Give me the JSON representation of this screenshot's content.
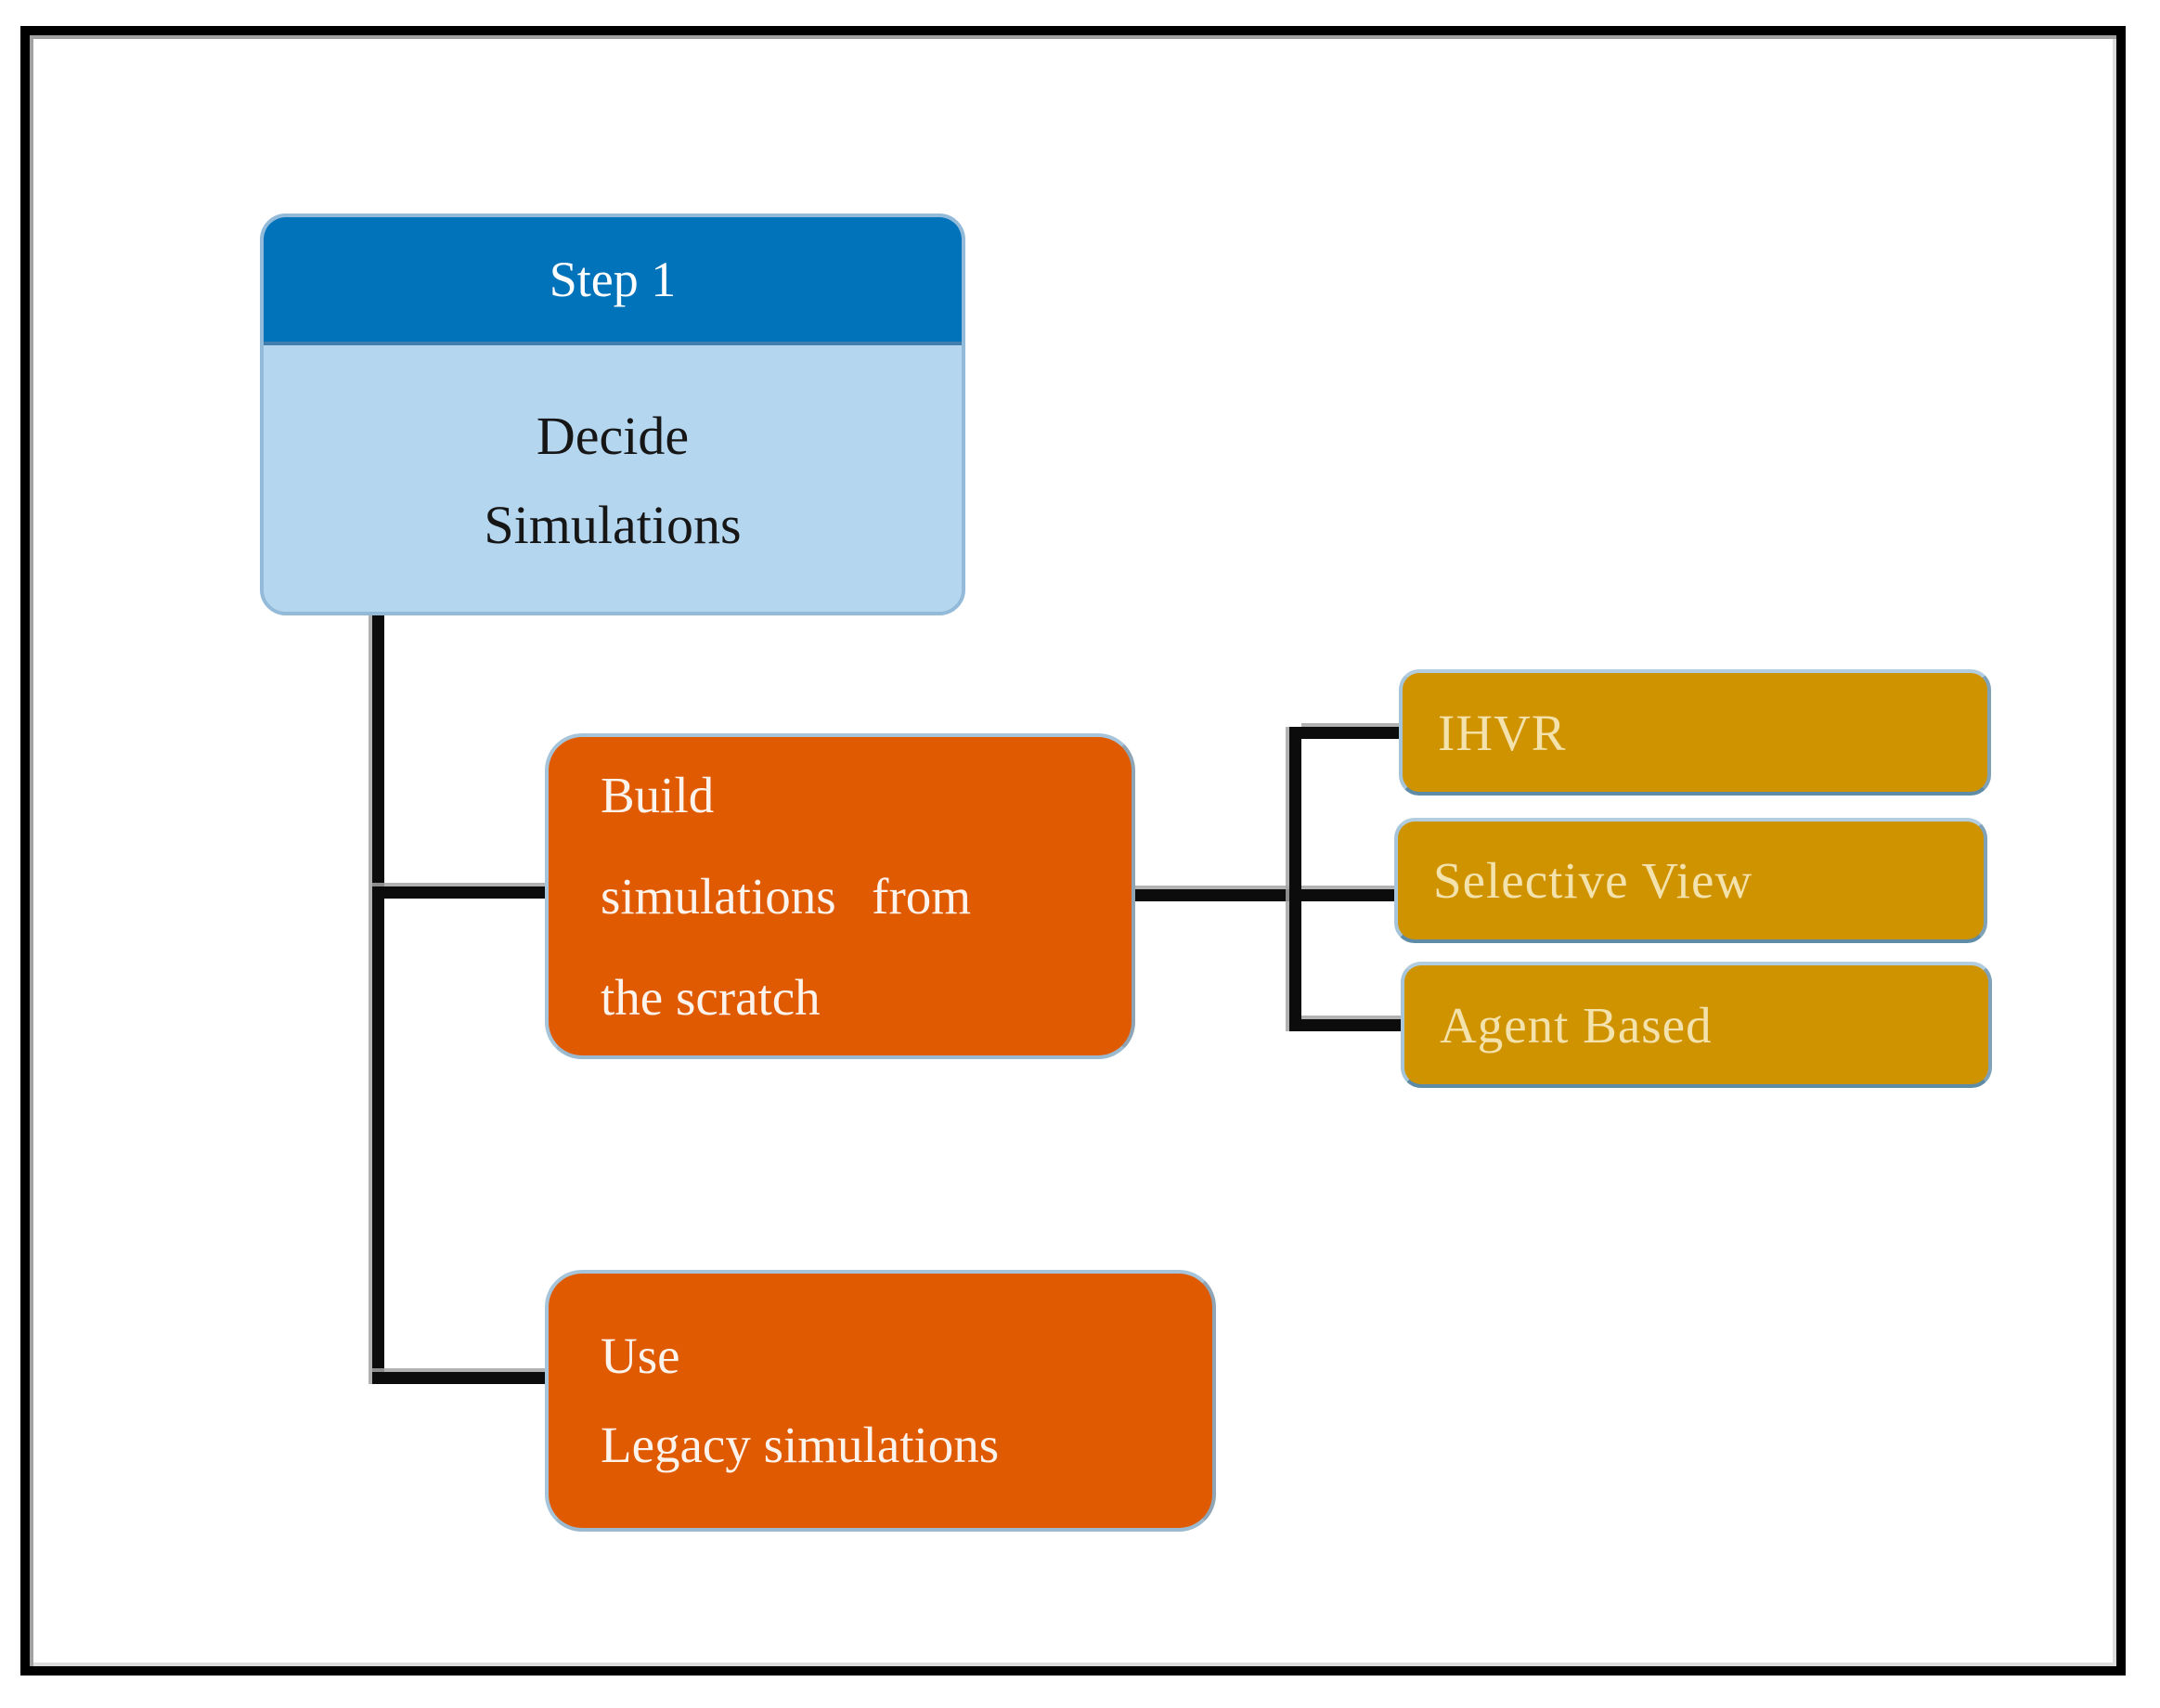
{
  "diagram": {
    "step1": {
      "header": "Step 1",
      "lines": [
        "Decide",
        "Simulations"
      ]
    },
    "build": {
      "lines": [
        "Build",
        "simulations from",
        "the scratch"
      ]
    },
    "legacy": {
      "lines": [
        "Use",
        "Legacy simulations"
      ]
    },
    "leaves": [
      {
        "label": "IHVR"
      },
      {
        "label": "Selective View"
      },
      {
        "label": "Agent Based"
      }
    ]
  },
  "colors": {
    "frame_border": "#000000",
    "step_header_blue": "#0073ba",
    "step_body_light_blue": "#b4d6ef",
    "process_orange": "#e05a02",
    "leaf_gold": "#d09300",
    "leaf_text_cream": "#f3e2ac",
    "connector_black": "#0c0c0c",
    "node_border_light_blue": "#a6c4da"
  }
}
